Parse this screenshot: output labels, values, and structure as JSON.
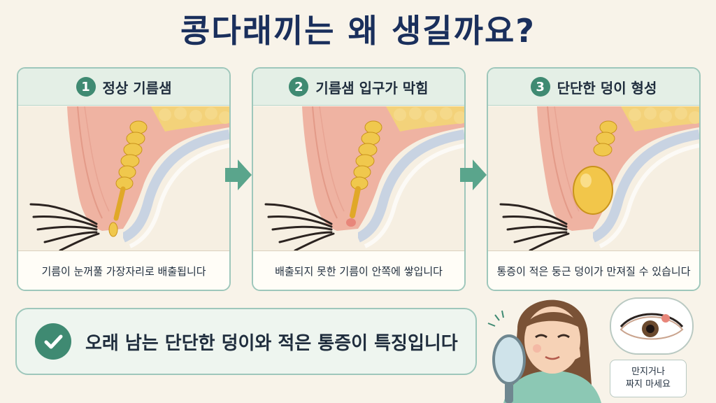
{
  "title": "콩다래끼는 왜 생길까요?",
  "steps": [
    {
      "number": "1",
      "heading": "정상 기름샘",
      "caption": "기름이 눈꺼풀 가장자리로 배출됩니다"
    },
    {
      "number": "2",
      "heading": "기름샘 입구가 막힘",
      "caption": "배출되지 못한 기름이 안쪽에 쌓입니다"
    },
    {
      "number": "3",
      "heading": "단단한 덩이 형성",
      "caption": "통증이 적은 둥근 덩이가 만져질 수 있습니다"
    }
  ],
  "summary": "오래 남는 단단한 덩이와 적은 통증이 특징입니다",
  "note": {
    "line1": "만지거나",
    "line2": "짜지 마세요"
  },
  "colors": {
    "title": "#1a2f5c",
    "accent": "#3f8a72",
    "gland": "#e8b63a",
    "tissue": "#f0b8a8"
  }
}
